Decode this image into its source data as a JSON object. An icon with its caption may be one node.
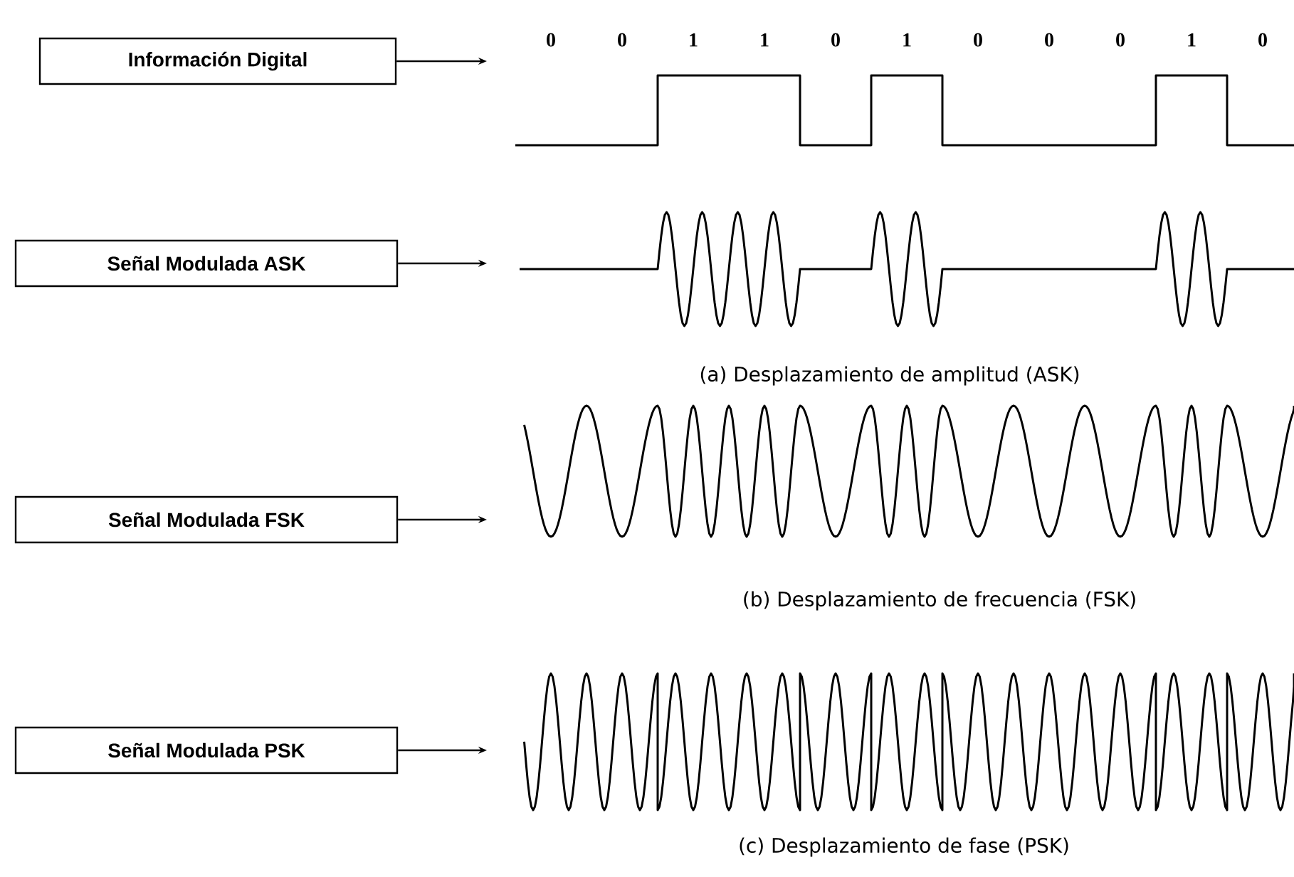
{
  "diagram": {
    "nodes": [
      {
        "text": [
          "Información Digital"
        ]
      },
      {
        "text": [
          "Señal Modulada ASK"
        ]
      },
      {
        "text": [
          "Señal Modulada FSK"
        ]
      },
      {
        "text": [
          "Señal Modulada PSK"
        ]
      },
      {
        "text": [],
        "shape": "picture"
      },
      {
        "text": [],
        "shape": "picture"
      },
      {
        "text": [],
        "shape": "picture"
      },
      {
        "text": [],
        "shape": "picture"
      }
    ],
    "edges": [
      {
        "from": 0,
        "to": 4,
        "arrow": "to"
      },
      {
        "from": 1,
        "to": 5,
        "arrow": "to"
      },
      {
        "from": 2,
        "to": 6,
        "arrow": "to"
      },
      {
        "from": 3,
        "to": 7,
        "arrow": "to"
      }
    ],
    "labels": [
      "0",
      "0",
      "1",
      "1",
      "0",
      "1",
      "0",
      "0",
      "0",
      "1",
      "0",
      "(a) Desplazamiento de amplitud (ASK)",
      "(b) Desplazamiento de frecuencia (FSK)",
      "(c) Desplazamiento de fase (PSK)"
    ]
  }
}
